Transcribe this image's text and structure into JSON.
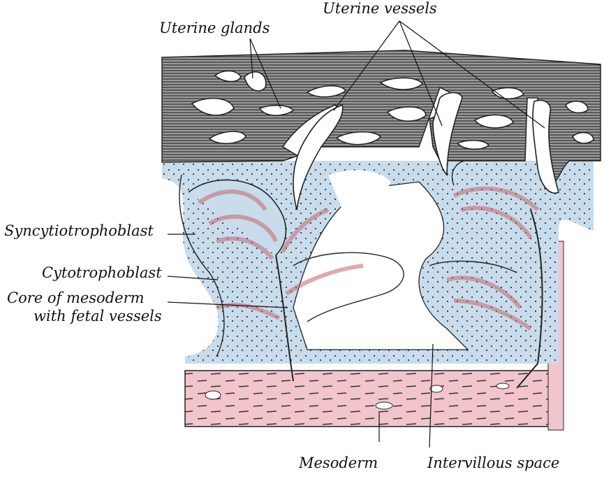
{
  "labels": {
    "uterine_vessels": "Uterine vessels",
    "uterine_glands": "Uterine glands",
    "syncytiotrophoblast": "Syncytiotrophoblast",
    "cytotrophoblast": "Cytotrophoblast",
    "core_of_mesoderm_line1": "Core of mesoderm",
    "core_of_mesoderm_line2": "with fetal vessels",
    "mesoderm": "Mesoderm",
    "intervillous_space": "Intervillous space"
  },
  "colors": {
    "decidua_bg": "#8f8f8f",
    "decidua_lines": "#3a3a3a",
    "trophoblast_blue": "#c8dceb",
    "mesoderm_pink": "#f2c4cc",
    "outline": "#222222"
  }
}
